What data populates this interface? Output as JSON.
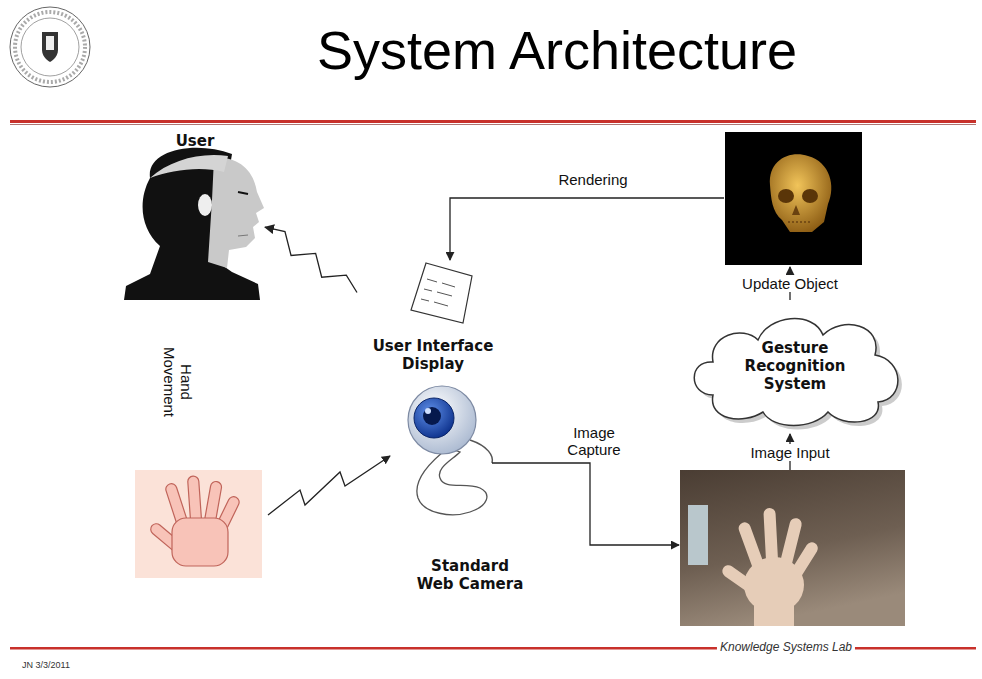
{
  "diagram": {
    "title": "System Architecture",
    "nodes": [
      {
        "text": [
          "User"
        ]
      },
      {
        "text": [
          "User Interface Display"
        ]
      },
      {
        "text": [
          "Standard Web Camera"
        ]
      },
      {
        "text": [
          "Gesture Recognition System"
        ]
      }
    ],
    "edges": [
      {
        "from": 1,
        "to": 0,
        "arrow": "to"
      }
    ],
    "labels": [
      "Rendering",
      "Update Object",
      "Hand Movement",
      "Image Capture",
      "Image Input",
      "Knowledge Systems Lab",
      "JN 3/3/2011"
    ]
  }
}
